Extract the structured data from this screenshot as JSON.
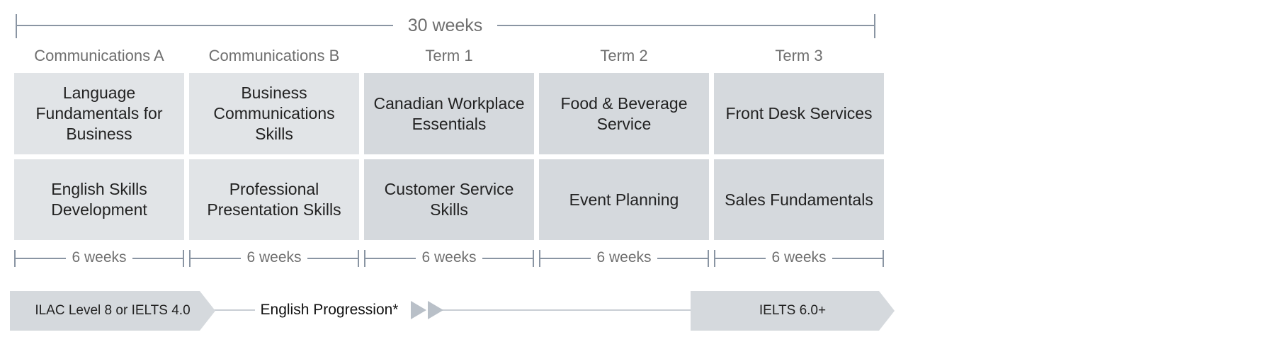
{
  "total_duration": "30 weeks",
  "columns": [
    {
      "title": "Communications A",
      "courses": [
        "Language Fundamentals for Business",
        "English Skills Development"
      ],
      "duration": "6 weeks"
    },
    {
      "title": "Communications B",
      "courses": [
        "Business Communications Skills",
        "Professional Presentation Skills"
      ],
      "duration": "6 weeks"
    },
    {
      "title": "Term 1",
      "courses": [
        "Canadian Workplace Essentials",
        "Customer Service Skills"
      ],
      "duration": "6 weeks"
    },
    {
      "title": "Term 2",
      "courses": [
        "Food & Beverage Service",
        "Event Planning"
      ],
      "duration": "6 weeks"
    },
    {
      "title": "Term 3",
      "courses": [
        "Front Desk Services",
        "Sales Fundamentals"
      ],
      "duration": "6 weeks"
    }
  ],
  "progression": {
    "start": "ILAC Level 8 or IELTS 4.0",
    "label": "English Progression*",
    "end": "IELTS 6.0+"
  },
  "colors": {
    "box_light": "#e1e4e7",
    "box_dark": "#d5d9dd",
    "bracket": "#8a95a3",
    "muted_text": "#6f6f6f"
  }
}
